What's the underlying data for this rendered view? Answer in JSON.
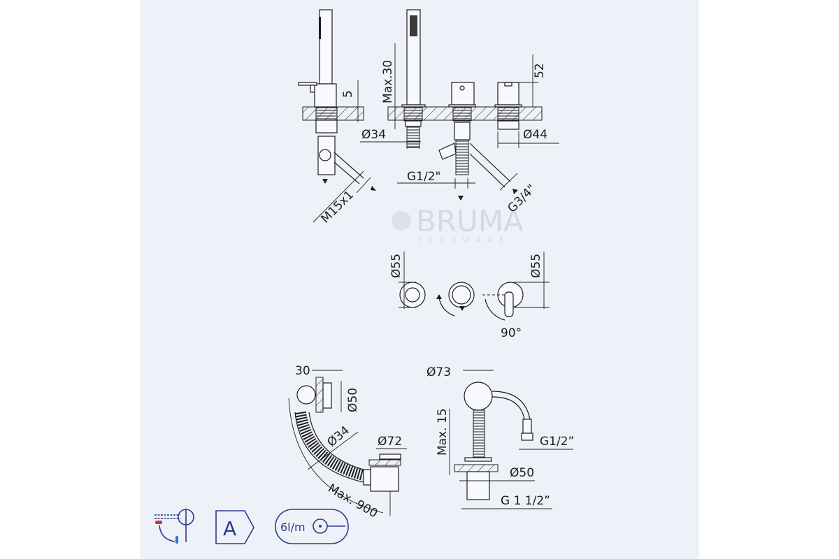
{
  "brand_watermark": {
    "name": "BRUMA",
    "tagline": "FLUXWARE"
  },
  "top_view": {
    "dim_5": "5",
    "dim_max30": "Max.30",
    "dim_52": "52",
    "dim_d34": "Ø34",
    "dim_d44": "Ø44",
    "dim_g12": "G1/2\"",
    "dim_g34": "G3/4\"",
    "dim_m15": "M15x1"
  },
  "plates_view": {
    "dim_d55_left": "Ø55",
    "dim_d55_right": "Ø55",
    "rotation": "90°"
  },
  "drain_view": {
    "dim_30": "30",
    "dim_d50": "Ø50",
    "dim_d34": "Ø34",
    "dim_d72": "Ø72",
    "dim_max900": "Max. 900"
  },
  "filler_view": {
    "dim_d73": "Ø73",
    "dim_max15": "Max. 15",
    "dim_g12": "G1/2”",
    "dim_d50": "Ø50",
    "dim_g112": "G 1 1/2”"
  },
  "badges": {
    "energy_class": "A",
    "flow_rate": "6l/m"
  },
  "colors": {
    "panel": "#eef2f8",
    "icon": "#2a3c8a",
    "hot": "#c0394b",
    "cold": "#3a6fd0"
  }
}
